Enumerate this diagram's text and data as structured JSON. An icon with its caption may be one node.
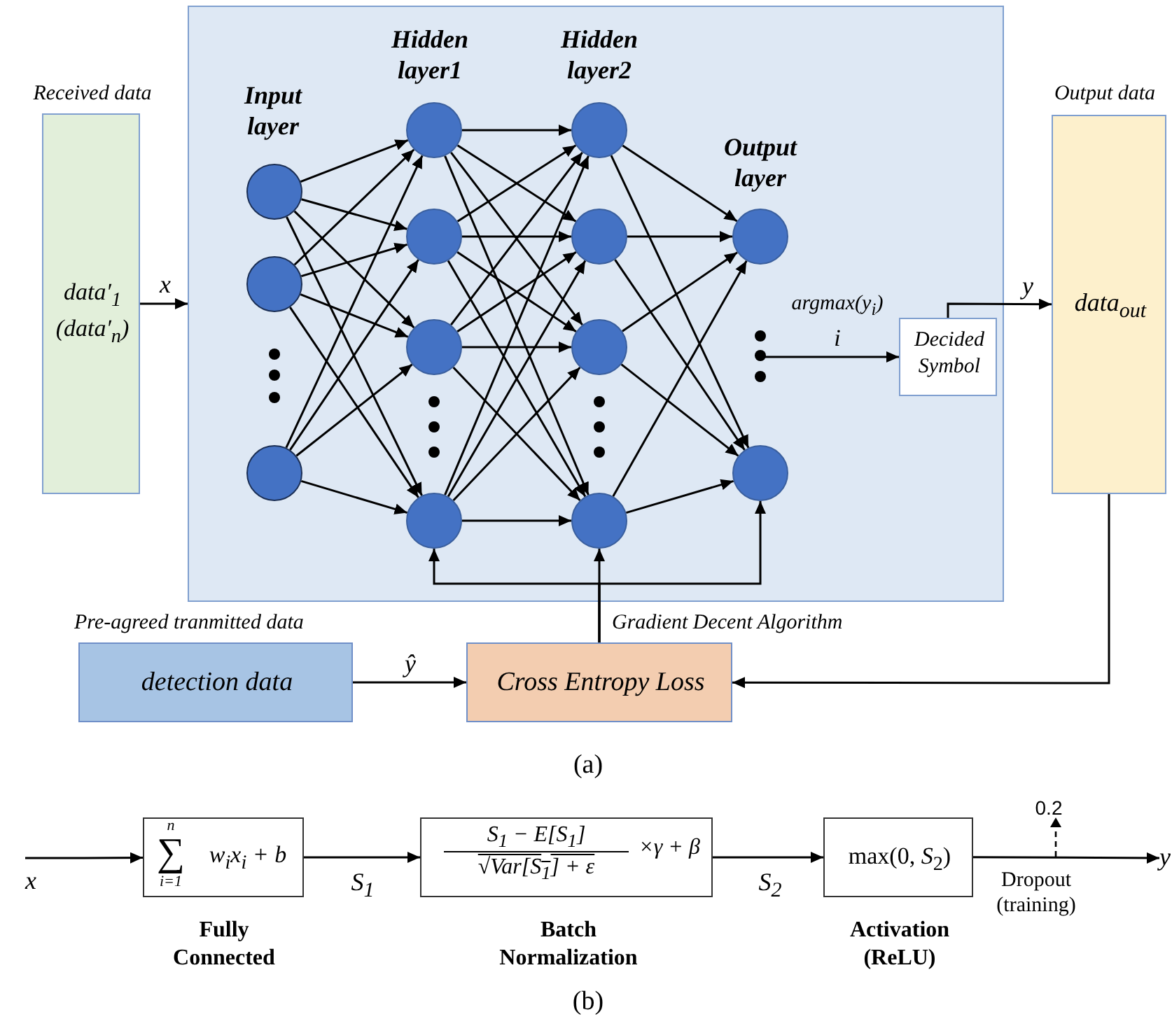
{
  "diagram": {
    "nodes": [
      {
        "text": [
          "Received data",
          "data′$_{1}$ (data′$_{n}$)"
        ]
      },
      {
        "text": [],
        "shape": "box"
      },
      {
        "text": [],
        "shape": "circle",
        "in": 1
      },
      {
        "text": [],
        "shape": "circle",
        "in": 1
      },
      {
        "text": [],
        "shape": "circle",
        "in": 1
      },
      {
        "text": [],
        "shape": "circle",
        "in": 1
      },
      {
        "text": [],
        "shape": "circle",
        "in": 1
      },
      {
        "text": [],
        "shape": "circle",
        "in": 1
      },
      {
        "text": [],
        "shape": "circle",
        "in": 1
      },
      {
        "text": [],
        "shape": "circle",
        "in": 1
      },
      {
        "text": [],
        "shape": "circle",
        "in": 1
      },
      {
        "text": [],
        "shape": "circle",
        "in": 1
      },
      {
        "text": [],
        "shape": "circle",
        "in": 1
      },
      {
        "text": [],
        "shape": "circle",
        "in": 1
      },
      {
        "text": [],
        "shape": "circle",
        "in": 1
      },
      {
        "text": [
          "Decided Symbol"
        ],
        "in": 1
      },
      {
        "text": [
          "Output data",
          "data$_{out}$"
        ]
      },
      {
        "text": [
          "Pre-agreed tranmitted data",
          "detection data"
        ]
      },
      {
        "text": [
          "Cross Entropy Loss"
        ]
      },
      {
        "text": [
          "n",
          "∑",
          "i=1",
          "w$_{i}$x$_{i}$ + b"
        ],
        "beside": [
          "Fully Connected"
        ]
      },
      {
        "text": [
          "S$_{1}$ − E[S$_{1}$]",
          "√Var[S$_{1}$] + ε",
          "×γ + β"
        ],
        "beside": [
          "Batch Normalization"
        ]
      },
      {
        "text": [
          "max(0, *S*$_{2}$)"
        ],
        "beside": [
          "Activation (ReLU)"
        ]
      },
      {
        "text": [
          "x"
        ]
      },
      {
        "text": [
          "y"
        ]
      }
    ],
    "edges": [
      {
        "from": 0,
        "to": 1,
        "arrow": "to",
        "label": "x"
      },
      {
        "from": 2,
        "to": 5,
        "arrow": "to"
      },
      {
        "from": 2,
        "to": 6,
        "arrow": "to"
      },
      {
        "from": 2,
        "to": 7,
        "arrow": "to"
      },
      {
        "from": 2,
        "to": 8,
        "arrow": "to"
      },
      {
        "from": 3,
        "to": 5,
        "arrow": "to"
      },
      {
        "from": 3,
        "to": 6,
        "arrow": "to"
      },
      {
        "from": 3,
        "to": 7,
        "arrow": "to"
      },
      {
        "from": 3,
        "to": 8,
        "arrow": "to"
      },
      {
        "from": 4,
        "to": 5,
        "arrow": "to"
      },
      {
        "from": 4,
        "to": 6,
        "arrow": "to"
      },
      {
        "from": 4,
        "to": 7,
        "arrow": "to"
      },
      {
        "from": 4,
        "to": 8,
        "arrow": "to"
      },
      {
        "from": 5,
        "to": 9,
        "arrow": "to"
      },
      {
        "from": 5,
        "to": 10,
        "arrow": "to"
      },
      {
        "from": 5,
        "to": 11,
        "arrow": "to"
      },
      {
        "from": 5,
        "to": 12,
        "arrow": "to"
      },
      {
        "from": 6,
        "to": 9,
        "arrow": "to"
      },
      {
        "from": 6,
        "to": 10,
        "arrow": "to"
      },
      {
        "from": 6,
        "to": 11,
        "arrow": "to"
      },
      {
        "from": 6,
        "to": 12,
        "arrow": "to"
      },
      {
        "from": 7,
        "to": 9,
        "arrow": "to"
      },
      {
        "from": 7,
        "to": 10,
        "arrow": "to"
      },
      {
        "from": 7,
        "to": 11,
        "arrow": "to"
      },
      {
        "from": 7,
        "to": 12,
        "arrow": "to"
      },
      {
        "from": 8,
        "to": 9,
        "arrow": "to"
      },
      {
        "from": 8,
        "to": 10,
        "arrow": "to"
      },
      {
        "from": 8,
        "to": 11,
        "arrow": "to"
      },
      {
        "from": 8,
        "to": 12,
        "arrow": "to"
      },
      {
        "from": 9,
        "to": 13,
        "arrow": "to"
      },
      {
        "from": 9,
        "to": 14,
        "arrow": "to"
      },
      {
        "from": 10,
        "to": 13,
        "arrow": "to"
      },
      {
        "from": 10,
        "to": 14,
        "arrow": "to"
      },
      {
        "from": 11,
        "to": 13,
        "arrow": "to"
      },
      {
        "from": 11,
        "to": 14,
        "arrow": "to"
      },
      {
        "from": 12,
        "to": 13,
        "arrow": "to"
      },
      {
        "from": 12,
        "to": 14,
        "arrow": "to"
      },
      {
        "from": null,
        "to": 15,
        "arrow": "to",
        "label": "i"
      },
      {
        "from": 15,
        "to": 16,
        "arrow": "to",
        "label": "y"
      },
      {
        "from": 16,
        "to": 18,
        "arrow": "to"
      },
      {
        "from": 17,
        "to": 18,
        "arrow": "to",
        "label": "ŷ"
      },
      {
        "from": 18,
        "to": 8,
        "arrow": "to"
      },
      {
        "from": 18,
        "to": 12,
        "arrow": "to",
        "label": "Gradient Decent Algorithm"
      },
      {
        "from": 18,
        "to": 14,
        "arrow": "to"
      },
      {
        "from": 22,
        "to": 19,
        "arrow": "to"
      },
      {
        "from": 19,
        "to": 20,
        "arrow": "to",
        "label": "S$_{1}$"
      },
      {
        "from": 20,
        "to": 21,
        "arrow": "to",
        "label": "S$_{2}$"
      },
      {
        "from": 21,
        "to": 23,
        "arrow": "to"
      }
    ],
    "labels": [
      "Input layer",
      "Hidden layer1",
      "Hidden layer2",
      "Output layer",
      "argmax(y$_{i}$)",
      "(a)",
      "0.2",
      "Dropout (training)",
      "(b)"
    ]
  }
}
